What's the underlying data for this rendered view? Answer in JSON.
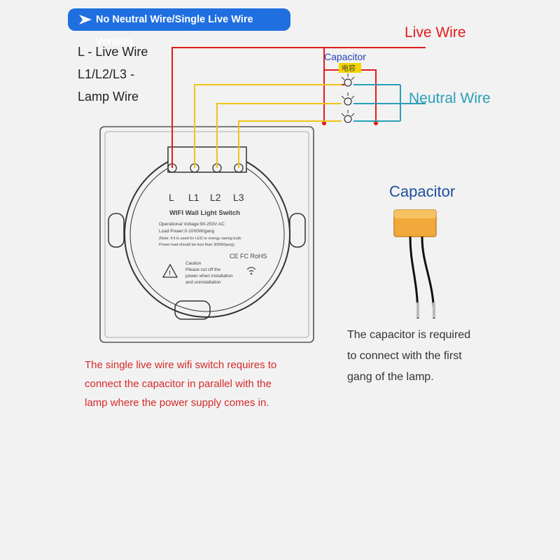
{
  "header": {
    "version_label": "No Neutral Wire/Single Live Wire Version"
  },
  "legend": {
    "line1": "L - Live Wire",
    "line2": "L1/L2/L3 -",
    "line3": "Lamp Wire"
  },
  "labels": {
    "live_wire": "Live Wire",
    "neutral_wire": "Neutral Wire",
    "capacitor_small": "Capacitor",
    "capacitor_tag": "电容",
    "capacitor_title": "Capacitor"
  },
  "switch": {
    "terminals": [
      "L",
      "L1",
      "L2",
      "L3"
    ],
    "title": "WIFI Wall Light Switch",
    "spec_lines": [
      "Operational Voltage:90-250V AC",
      "Load Power:0-1000W/gang",
      "(Note: if it is used for LED or energy saving bulb:",
      "Power load should be less than 300W/gang)"
    ],
    "cert": "CE FC RoHS",
    "caution_title": "Caution",
    "caution_lines": [
      "Please cut off the",
      "power when installation",
      "and uninstallation"
    ]
  },
  "notes": {
    "red": [
      "The single live wire wifi switch requires to",
      "connect the capacitor in parallel with the",
      "lamp where the power supply comes in."
    ],
    "black": [
      "The capacitor is required",
      "to connect with the first",
      "gang of the lamp."
    ]
  },
  "colors": {
    "live": "#e31b1b",
    "lamp": "#f0c419",
    "neutral": "#2a9fb8",
    "badge": "#1f6fe0",
    "capacitor_body": "#f2a93b"
  }
}
